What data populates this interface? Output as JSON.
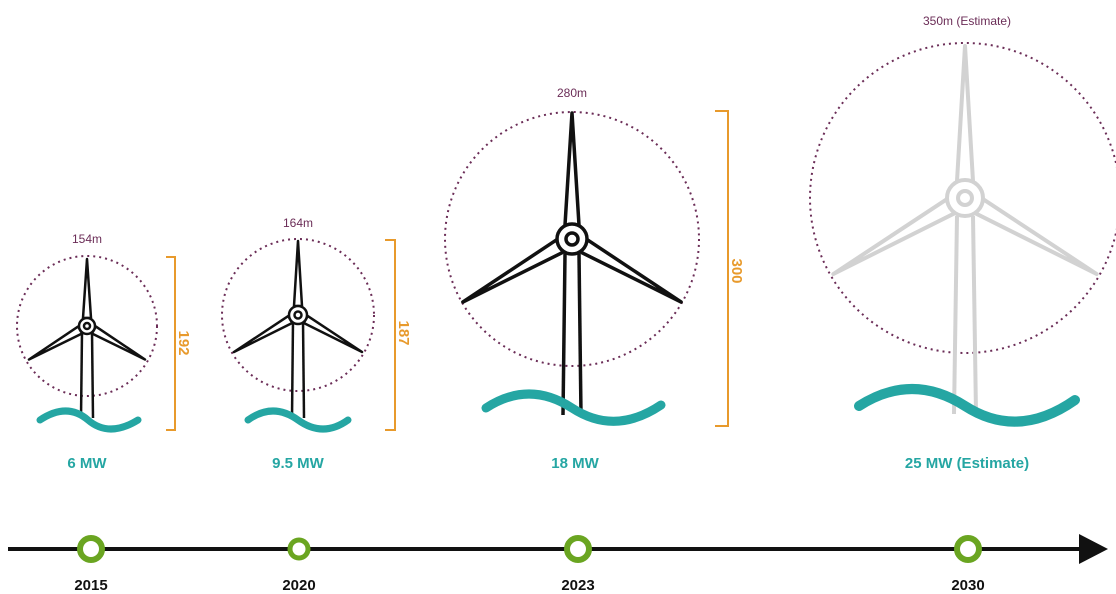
{
  "colors": {
    "turbine": "#111111",
    "turbine_estimate": "#d2d2d2",
    "rotor_circle": "#6b2d57",
    "height_bracket": "#e89a2c",
    "wave": "#25a6a3",
    "timeline": "#111111",
    "timeline_marker": "#6aa521"
  },
  "turbines": [
    {
      "year": "2015",
      "power": "6 MW",
      "rotor_diameter": "154m",
      "height": "192",
      "estimate": false
    },
    {
      "year": "2020",
      "power": "9.5 MW",
      "rotor_diameter": "164m",
      "height": "187",
      "estimate": false
    },
    {
      "year": "2023",
      "power": "18 MW",
      "rotor_diameter": "280m",
      "height": "300",
      "estimate": false
    },
    {
      "year": "2030",
      "power": "25 MW (Estimate)",
      "rotor_diameter": "350m (Estimate)",
      "height": "",
      "estimate": true
    }
  ]
}
